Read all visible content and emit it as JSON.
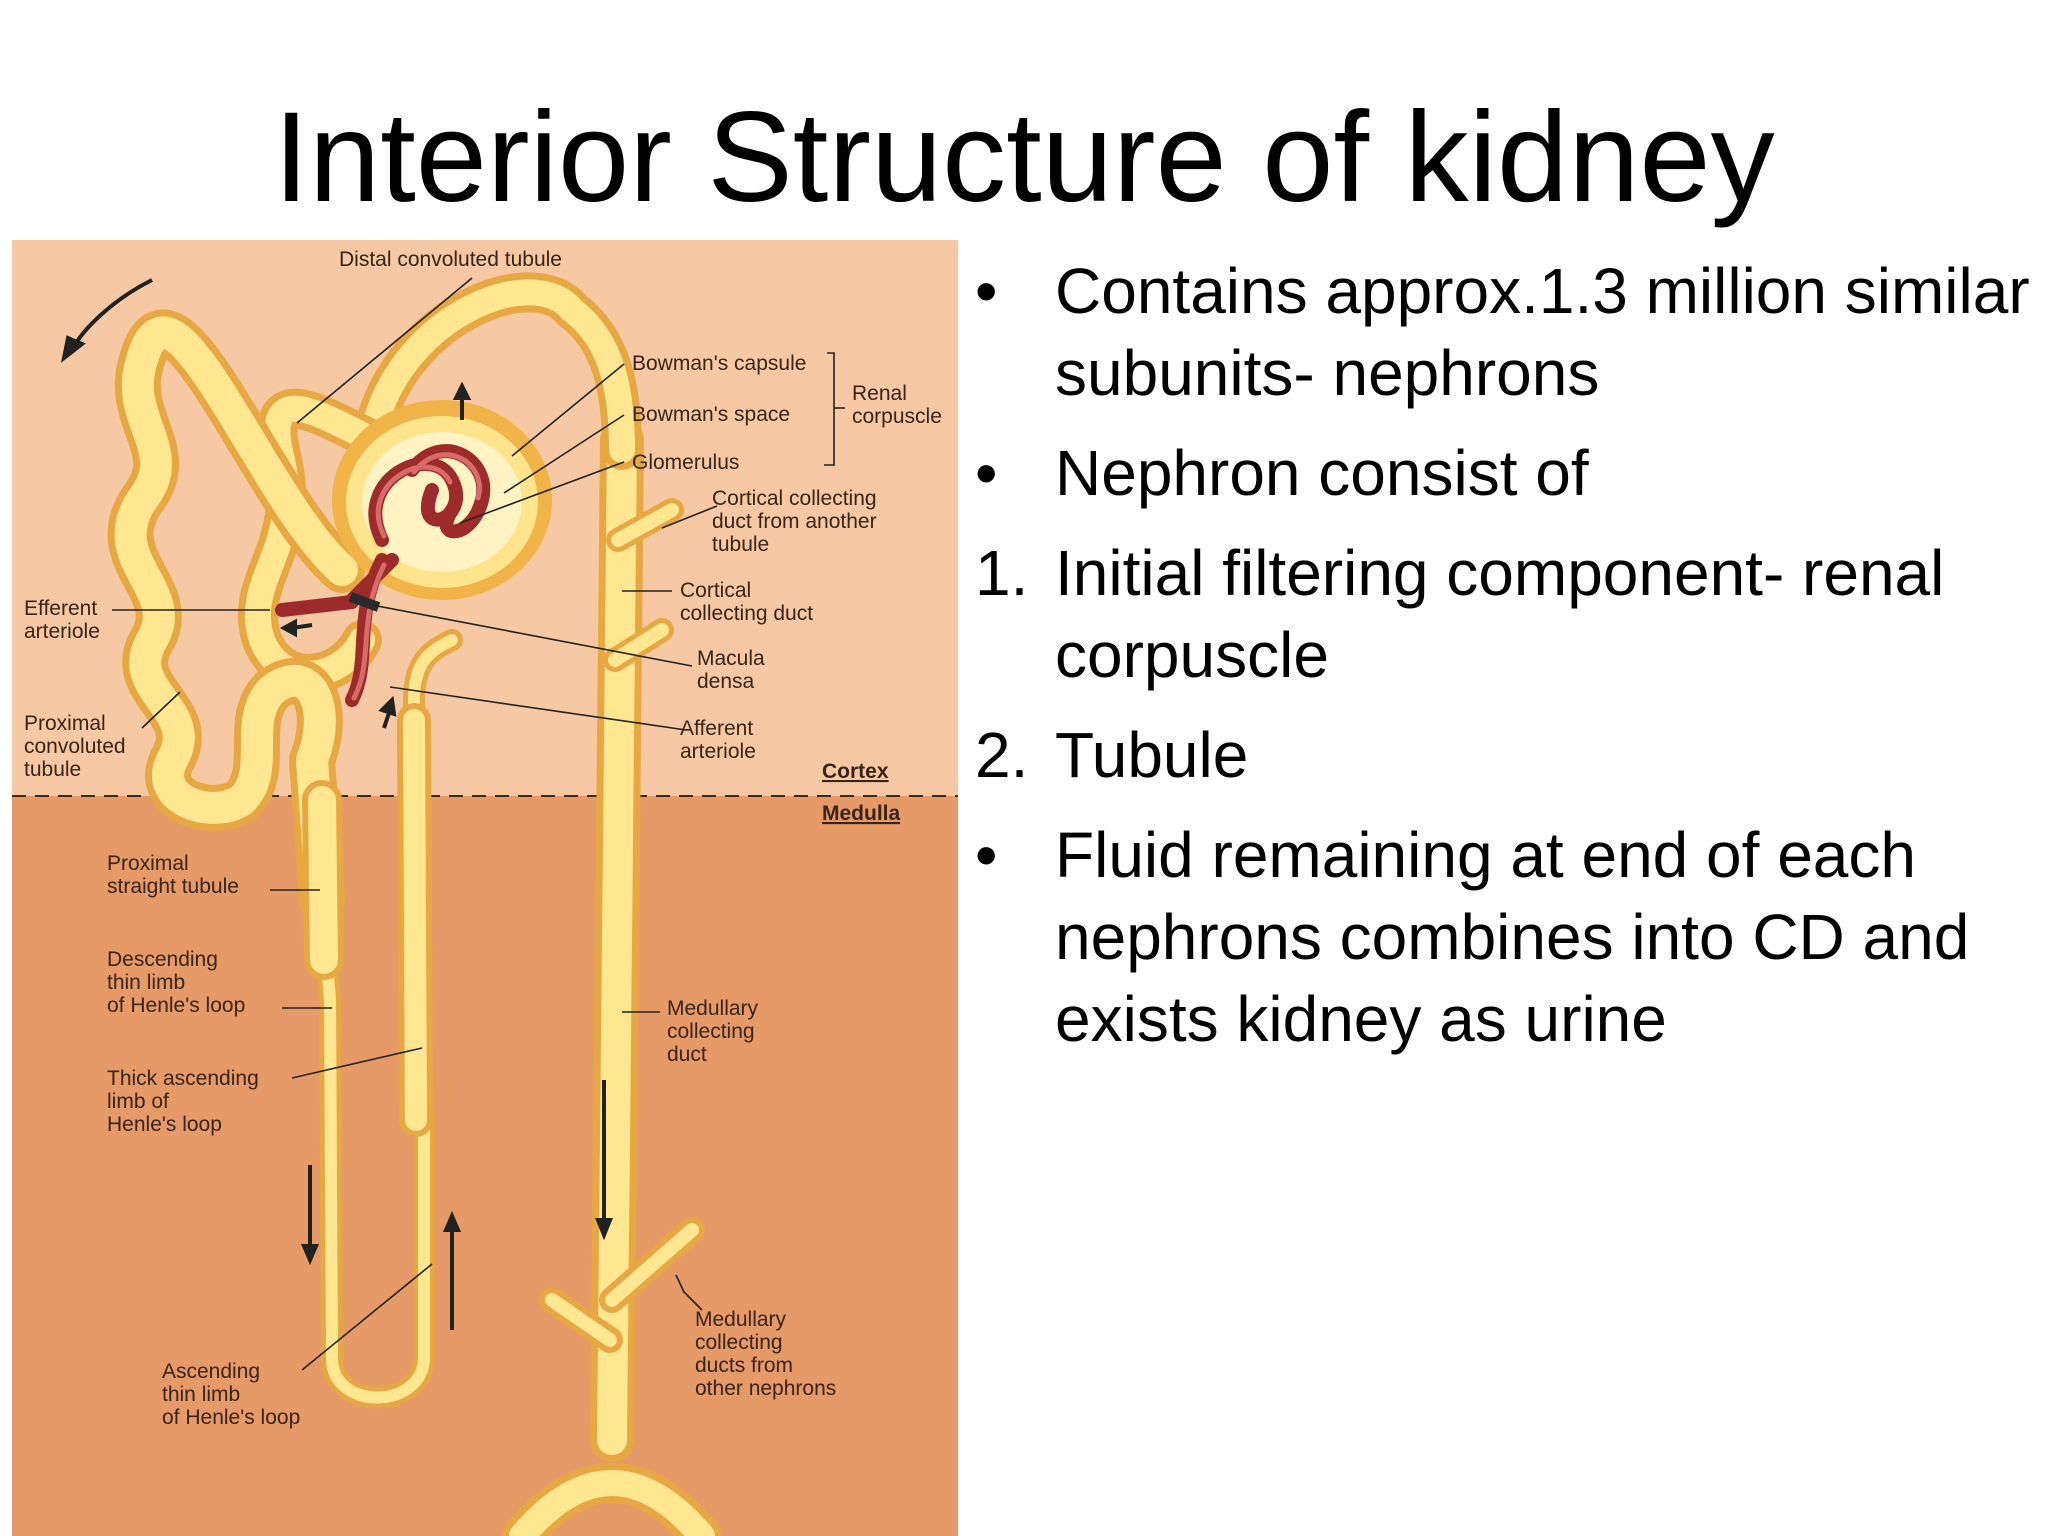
{
  "slide": {
    "title": "Interior Structure of kidney"
  },
  "bullets": [
    {
      "marker": "•",
      "text": "Contains approx.1.3 million similar subunits- nephrons"
    },
    {
      "marker": "•",
      "text": "Nephron consist of"
    },
    {
      "marker": "1.",
      "text": "Initial filtering component- renal corpuscle"
    },
    {
      "marker": "2.",
      "text": "Tubule"
    },
    {
      "marker": "•",
      "text": "Fluid remaining at end of each nephrons combines into CD and exists kidney as urine"
    }
  ],
  "diagram": {
    "labels": {
      "distal_convoluted_tubule": "Distal convoluted tubule",
      "bowmans_capsule": "Bowman's capsule",
      "bowmans_space": "Bowman's space",
      "glomerulus": "Glomerulus",
      "renal_corpuscle_1": "Renal",
      "renal_corpuscle_2": "corpuscle",
      "cortical_cd_other_1": "Cortical collecting",
      "cortical_cd_other_2": "duct from another",
      "cortical_cd_other_3": "tubule",
      "efferent_1": "Efferent",
      "efferent_2": "arteriole",
      "cortical_cd_1": "Cortical",
      "cortical_cd_2": "collecting duct",
      "macula_1": "Macula",
      "macula_2": "densa",
      "pct_1": "Proximal",
      "pct_2": "convoluted",
      "pct_3": "tubule",
      "afferent_1": "Afferent",
      "afferent_2": "arteriole",
      "cortex": "Cortex",
      "medulla": "Medulla",
      "pst_1": "Proximal",
      "pst_2": "straight tubule",
      "dtl_1": "Descending",
      "dtl_2": "thin limb",
      "dtl_3": "of Henle's loop",
      "mcd_1": "Medullary",
      "mcd_2": "collecting",
      "mcd_3": "duct",
      "tal_1": "Thick ascending",
      "tal_2": "limb of",
      "tal_3": "Henle's loop",
      "mcd_other_1": "Medullary",
      "mcd_other_2": "collecting",
      "mcd_other_3": "ducts from",
      "mcd_other_4": "other nephrons",
      "atl_1": "Ascending",
      "atl_2": "thin limb",
      "atl_3": "of Henle's loop"
    }
  }
}
